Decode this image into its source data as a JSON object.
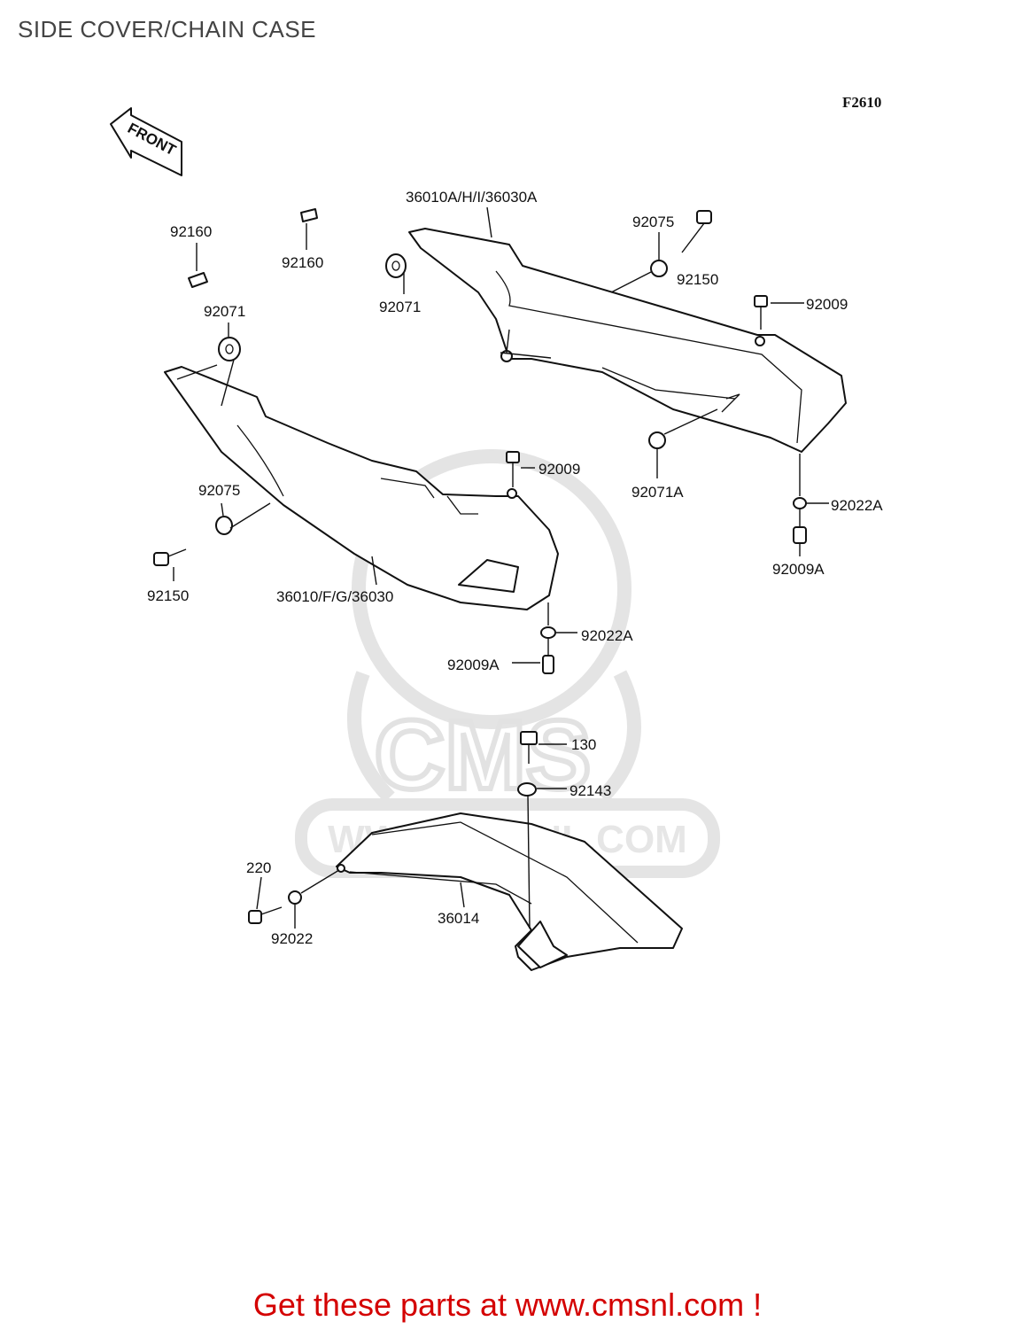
{
  "title": "SIDE COVER/CHAIN CASE",
  "diagram_code": "F2610",
  "front_label": "FRONT",
  "watermark": {
    "brand": "CMS",
    "url": "WWW.CMSNL.COM"
  },
  "footer": "Get these parts at www.cmsnl.com !",
  "part_labels": {
    "p92160_left": "92160",
    "p92160_mid": "92160",
    "p92071_left": "92071",
    "p92071_mid": "92071",
    "p36010_upper": "36010A/H/I/36030A",
    "p92075_right": "92075",
    "p92150_right": "92150",
    "p92009_right": "92009",
    "p92071A": "92071A",
    "p92022A_right": "92022A",
    "p92009A_right": "92009A",
    "p92009_mid": "92009",
    "p92075_left": "92075",
    "p92150_left": "92150",
    "p36010_lower": "36010/F/G/36030",
    "p92022A_mid": "92022A",
    "p92009A_mid": "92009A",
    "p130": "130",
    "p92143": "92143",
    "p220": "220",
    "p92022": "92022",
    "p36014": "36014"
  }
}
